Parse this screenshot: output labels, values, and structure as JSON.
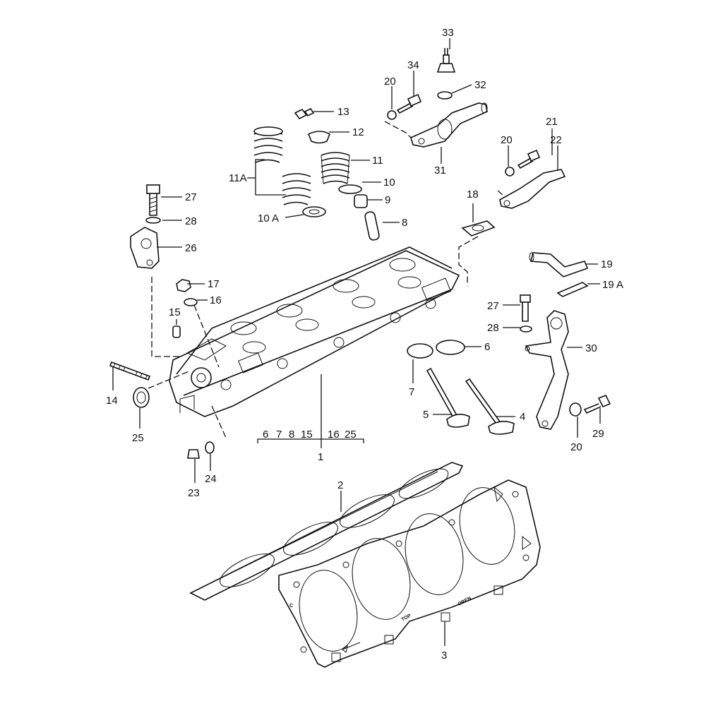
{
  "labels": {
    "p1": "1",
    "p2": "2",
    "p3": "3",
    "p4": "4",
    "p5": "5",
    "p6": "6",
    "p7": "7",
    "p8": "8",
    "p9": "9",
    "p10": "10",
    "p10a": "10 A",
    "p11": "11",
    "p11a": "11A",
    "p12": "12",
    "p13": "13",
    "p14": "14",
    "p15": "15",
    "p16": "16",
    "p17": "17",
    "p18": "18",
    "p19": "19",
    "p19a": "19 A",
    "p20a": "20",
    "p20b": "20",
    "p20c": "20",
    "p21": "21",
    "p22": "22",
    "p23": "23",
    "p24": "24",
    "p25": "25",
    "p26": "26",
    "p27a": "27",
    "p27b": "27",
    "p28a": "28",
    "p28b": "28",
    "p29": "29",
    "p30": "30",
    "p31": "31",
    "p32": "32",
    "p33": "33",
    "p34": "34"
  },
  "group_1": [
    "6",
    "7",
    "8",
    "15",
    "16",
    "25"
  ],
  "gasket_text": {
    "oben": "OBEN",
    "top": "TOP",
    "c": "C"
  }
}
